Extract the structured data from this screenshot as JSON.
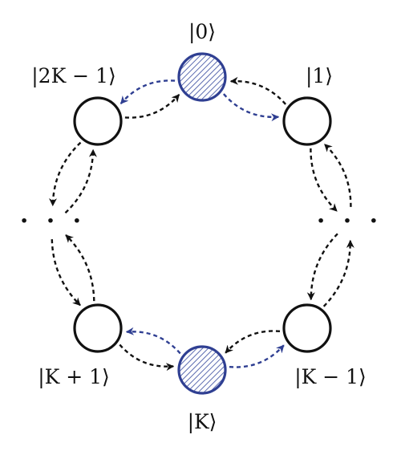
{
  "diagram": {
    "nodes": [
      {
        "id": "n0",
        "label": "|0⟩",
        "style": "hatched"
      },
      {
        "id": "n1",
        "label": "|1⟩",
        "style": "plain"
      },
      {
        "id": "nK1m",
        "label": "|K − 1⟩",
        "style": "plain"
      },
      {
        "id": "nK",
        "label": "|K⟩",
        "style": "hatched"
      },
      {
        "id": "nK1p",
        "label": "|K + 1⟩",
        "style": "plain"
      },
      {
        "id": "n2K1",
        "label": "|2K − 1⟩",
        "style": "plain"
      }
    ],
    "ellipsis": [
      "· · ·",
      "· · ·"
    ],
    "colors": {
      "black": "#111111",
      "blue": "#2f3f92",
      "hatch": "#5b6bb0"
    },
    "edges": [
      {
        "from": "n0",
        "to": "n1",
        "color": "blue"
      },
      {
        "from": "n1",
        "to": "n0",
        "color": "black"
      },
      {
        "from": "n0",
        "to": "n2K1",
        "color": "blue"
      },
      {
        "from": "n2K1",
        "to": "n0",
        "color": "black"
      },
      {
        "from": "n1",
        "to": "dotsR",
        "color": "black"
      },
      {
        "from": "dotsR",
        "to": "n1",
        "color": "black"
      },
      {
        "from": "dotsR",
        "to": "nK1m",
        "color": "black"
      },
      {
        "from": "nK1m",
        "to": "dotsR",
        "color": "black"
      },
      {
        "from": "nK",
        "to": "nK1m",
        "color": "blue"
      },
      {
        "from": "nK1m",
        "to": "nK",
        "color": "black"
      },
      {
        "from": "nK",
        "to": "nK1p",
        "color": "blue"
      },
      {
        "from": "nK1p",
        "to": "nK",
        "color": "black"
      },
      {
        "from": "n2K1",
        "to": "dotsL",
        "color": "black"
      },
      {
        "from": "dotsL",
        "to": "n2K1",
        "color": "black"
      },
      {
        "from": "dotsL",
        "to": "nK1p",
        "color": "black"
      },
      {
        "from": "nK1p",
        "to": "dotsL",
        "color": "black"
      }
    ]
  }
}
